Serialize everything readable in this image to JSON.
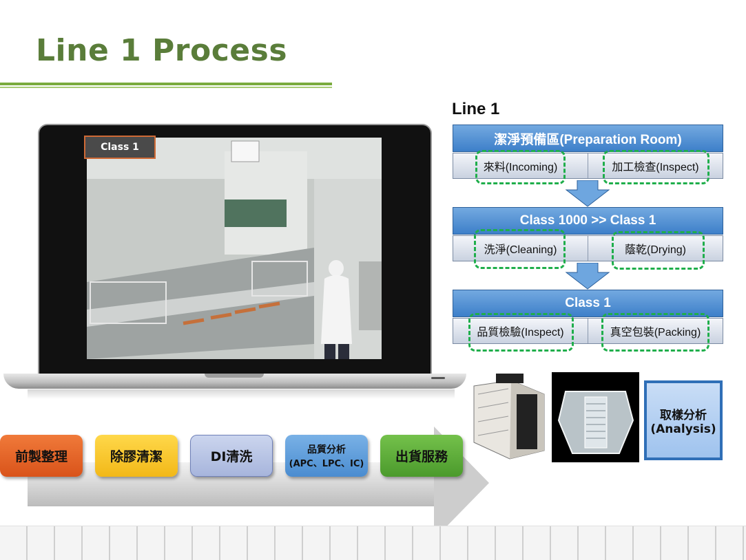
{
  "title": "Line 1 Process",
  "photo_badge": "Class 1",
  "flow": {
    "heading": "Line 1",
    "stages": [
      {
        "head": "潔淨預備區(Preparation Room)",
        "cells": [
          "來料(Incoming)",
          "加工檢查(Inspect)"
        ]
      },
      {
        "head": "Class 1000 >> Class 1",
        "cells": [
          "洗淨(Cleaning)",
          "蔭乾(Drying)"
        ]
      },
      {
        "head": "Class 1",
        "cells": [
          "品質檢驗(Inspect)",
          "真空包裝(Packing)"
        ]
      }
    ]
  },
  "process_steps": [
    {
      "label": "前製整理",
      "color": "#e8601c"
    },
    {
      "label": "除膠清潔",
      "color": "#f7c52a"
    },
    {
      "label": "DI清洗",
      "color": "#b7c3e3"
    },
    {
      "label_top": "品質分析",
      "label_bottom": "(APC、LPC、IC)",
      "color": "#5b9bd5"
    },
    {
      "label": "出貨服務",
      "color": "#5fae3a"
    }
  ],
  "analysis": {
    "line1": "取樣分析",
    "line2": "(Analysis)"
  },
  "colors": {
    "title": "#5a7d3a",
    "accent_green": "#7aab3e",
    "dash_green": "#1fae4b",
    "stage_blue": "#3d7fc9"
  }
}
